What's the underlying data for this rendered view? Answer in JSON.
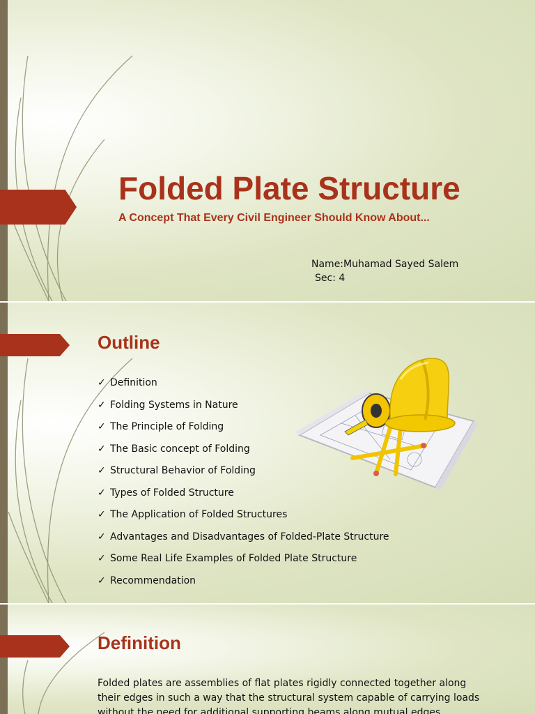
{
  "slide1": {
    "title": "Folded Plate Structure",
    "subtitle": "A Concept That Every Civil Engineer Should Know About...",
    "author_name": "Name:Muhamad Sayed Salem",
    "section": "Sec: 4"
  },
  "slide2": {
    "heading": "Outline",
    "check_glyph": "✓",
    "items": [
      "Definition",
      "Folding Systems in Nature",
      "The Principle of Folding",
      "The Basic concept of Folding",
      "Structural Behavior of Folding",
      "Types of Folded Structure",
      "The Application of Folded Structures",
      "Advantages and Disadvantages of Folded-Plate Structure",
      "Some Real Life Examples of Folded Plate Structure",
      "Recommendation"
    ],
    "illustration_icon": "hard-hat-blueprint-illustration"
  },
  "slide3": {
    "heading": "Definition",
    "paragraph": "Folded plates are assemblies of flat plates rigidly connected together along their edges in such a way that the structural system capable of carrying loads without the need for additional supporting beams along mutual edges."
  },
  "colors": {
    "accent": "#a8321b",
    "background": "#dfe5c4",
    "left_bar": "#7b7055"
  }
}
